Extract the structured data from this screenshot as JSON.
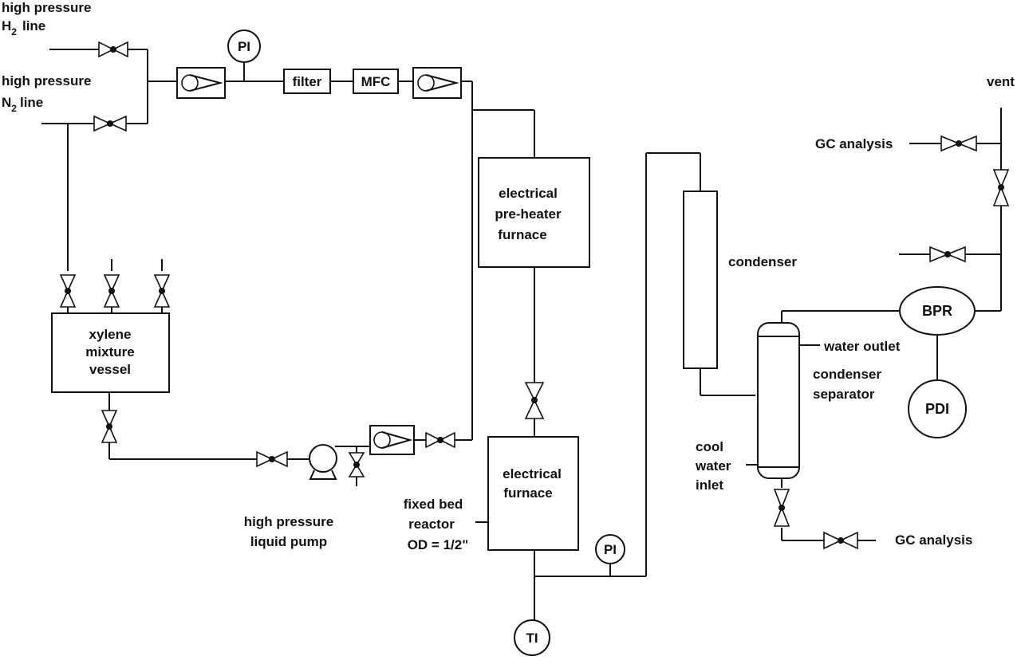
{
  "labels": {
    "h2_line_1": "high pressure",
    "h2_line_2_main": "H",
    "h2_line_2_sub": "2",
    "h2_line_2_rest": "line",
    "n2_line_1": "high pressure",
    "n2_line_2_main": "N",
    "n2_line_2_sub": "2",
    "n2_line_2_rest": "line",
    "pi_top": "PI",
    "filter": "filter",
    "mfc": "MFC",
    "vessel_1": "xylene",
    "vessel_2": "mixture",
    "vessel_3": "vessel",
    "pump_1": "high pressure",
    "pump_2": "liquid pump",
    "preheater_1": "electrical",
    "preheater_2": "pre-heater",
    "preheater_3": "furnace",
    "furnace_1": "electrical",
    "furnace_2": "furnace",
    "reactor_1": "fixed bed",
    "reactor_2": "reactor",
    "reactor_3": "OD = 1/2\"",
    "pi_bottom": "PI",
    "ti": "TI",
    "condenser": "condenser",
    "water_outlet": "water outlet",
    "separator_1": "condenser",
    "separator_2": "separator",
    "cool_1": "cool",
    "cool_2": "water",
    "cool_3": "inlet",
    "bpr": "BPR",
    "pdi": "PDI",
    "vent": "vent",
    "gc_top": "GC analysis",
    "gc_bottom": "GC analysis"
  }
}
